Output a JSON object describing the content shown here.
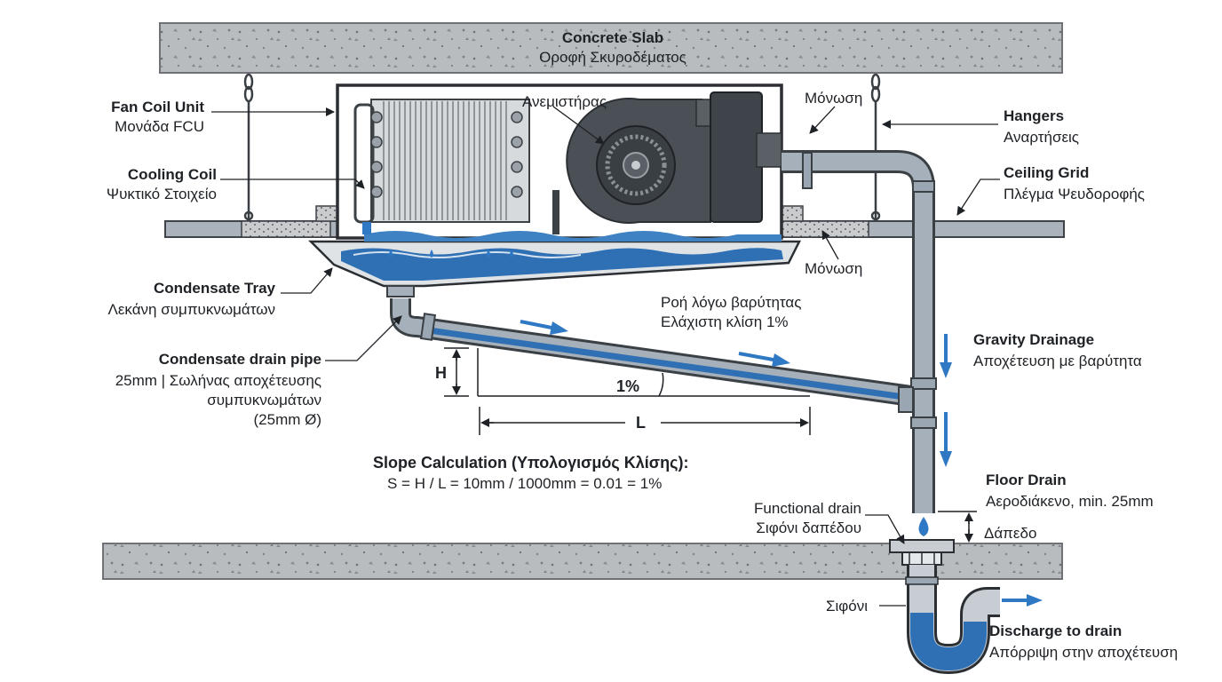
{
  "slab": {
    "title": "Concrete Slab",
    "subtitle": "Οροφή Σκυροδέματος"
  },
  "fan_coil_unit": {
    "title": "Fan Coil Unit",
    "subtitle": "Μονάδα FCU"
  },
  "cooling_coil": {
    "title": "Cooling Coil",
    "subtitle": "Ψυκτικό Στοιχείο"
  },
  "fan_label": "Ανεμιστήρας",
  "insulation_top": "Μόνωση",
  "insulation_bottom": "Μόνωση",
  "hangers": {
    "title": "Hangers",
    "subtitle": "Αναρτήσεις"
  },
  "ceiling_grid": {
    "title": "Ceiling Grid",
    "subtitle": "Πλέγμα Ψευδοροφής"
  },
  "condensate_tray": {
    "title": "Condensate Tray",
    "subtitle": "Λεκάνη συμπυκνωμάτων"
  },
  "drain_pipe": {
    "title": "Condensate drain pipe",
    "line1": "25mm | Σωλήνας αποχέτευσης",
    "line2": "συμπυκνωμάτων",
    "line3": "(25mm Ø)"
  },
  "gravity_flow": {
    "line1": "Ροή λόγω βαρύτητας",
    "line2": "Ελάχιστη κλίση 1%"
  },
  "slope": {
    "h_label": "H",
    "l_label": "L",
    "percent": "1%"
  },
  "gravity_drainage": {
    "title": "Gravity Drainage",
    "subtitle": "Αποχέτευση με βαρύτητα"
  },
  "slope_calc": {
    "title": "Slope Calculation (Υπολογισμός Κλίσης):",
    "formula": "S = H / L = 10mm / 1000mm = 0.01 = 1%"
  },
  "floor_drain": {
    "title": "Floor Drain",
    "subtitle": "Αεροδιάκενο, min. 25mm",
    "floor": "Δάπεδο"
  },
  "functional_drain": {
    "line1": "Functional drain",
    "line2": "Σιφόνι δαπέδου"
  },
  "trap_label": "Σιφόνι",
  "discharge": {
    "title": "Discharge to drain",
    "subtitle": "Απόρριψη στην αποχέτευση"
  },
  "colors": {
    "water": "#2f6fb3",
    "pipe": "#9aa6b2",
    "concrete": "#b9bcbf",
    "dark": "#2b2f33",
    "accent_arrow": "#2f78c4"
  }
}
